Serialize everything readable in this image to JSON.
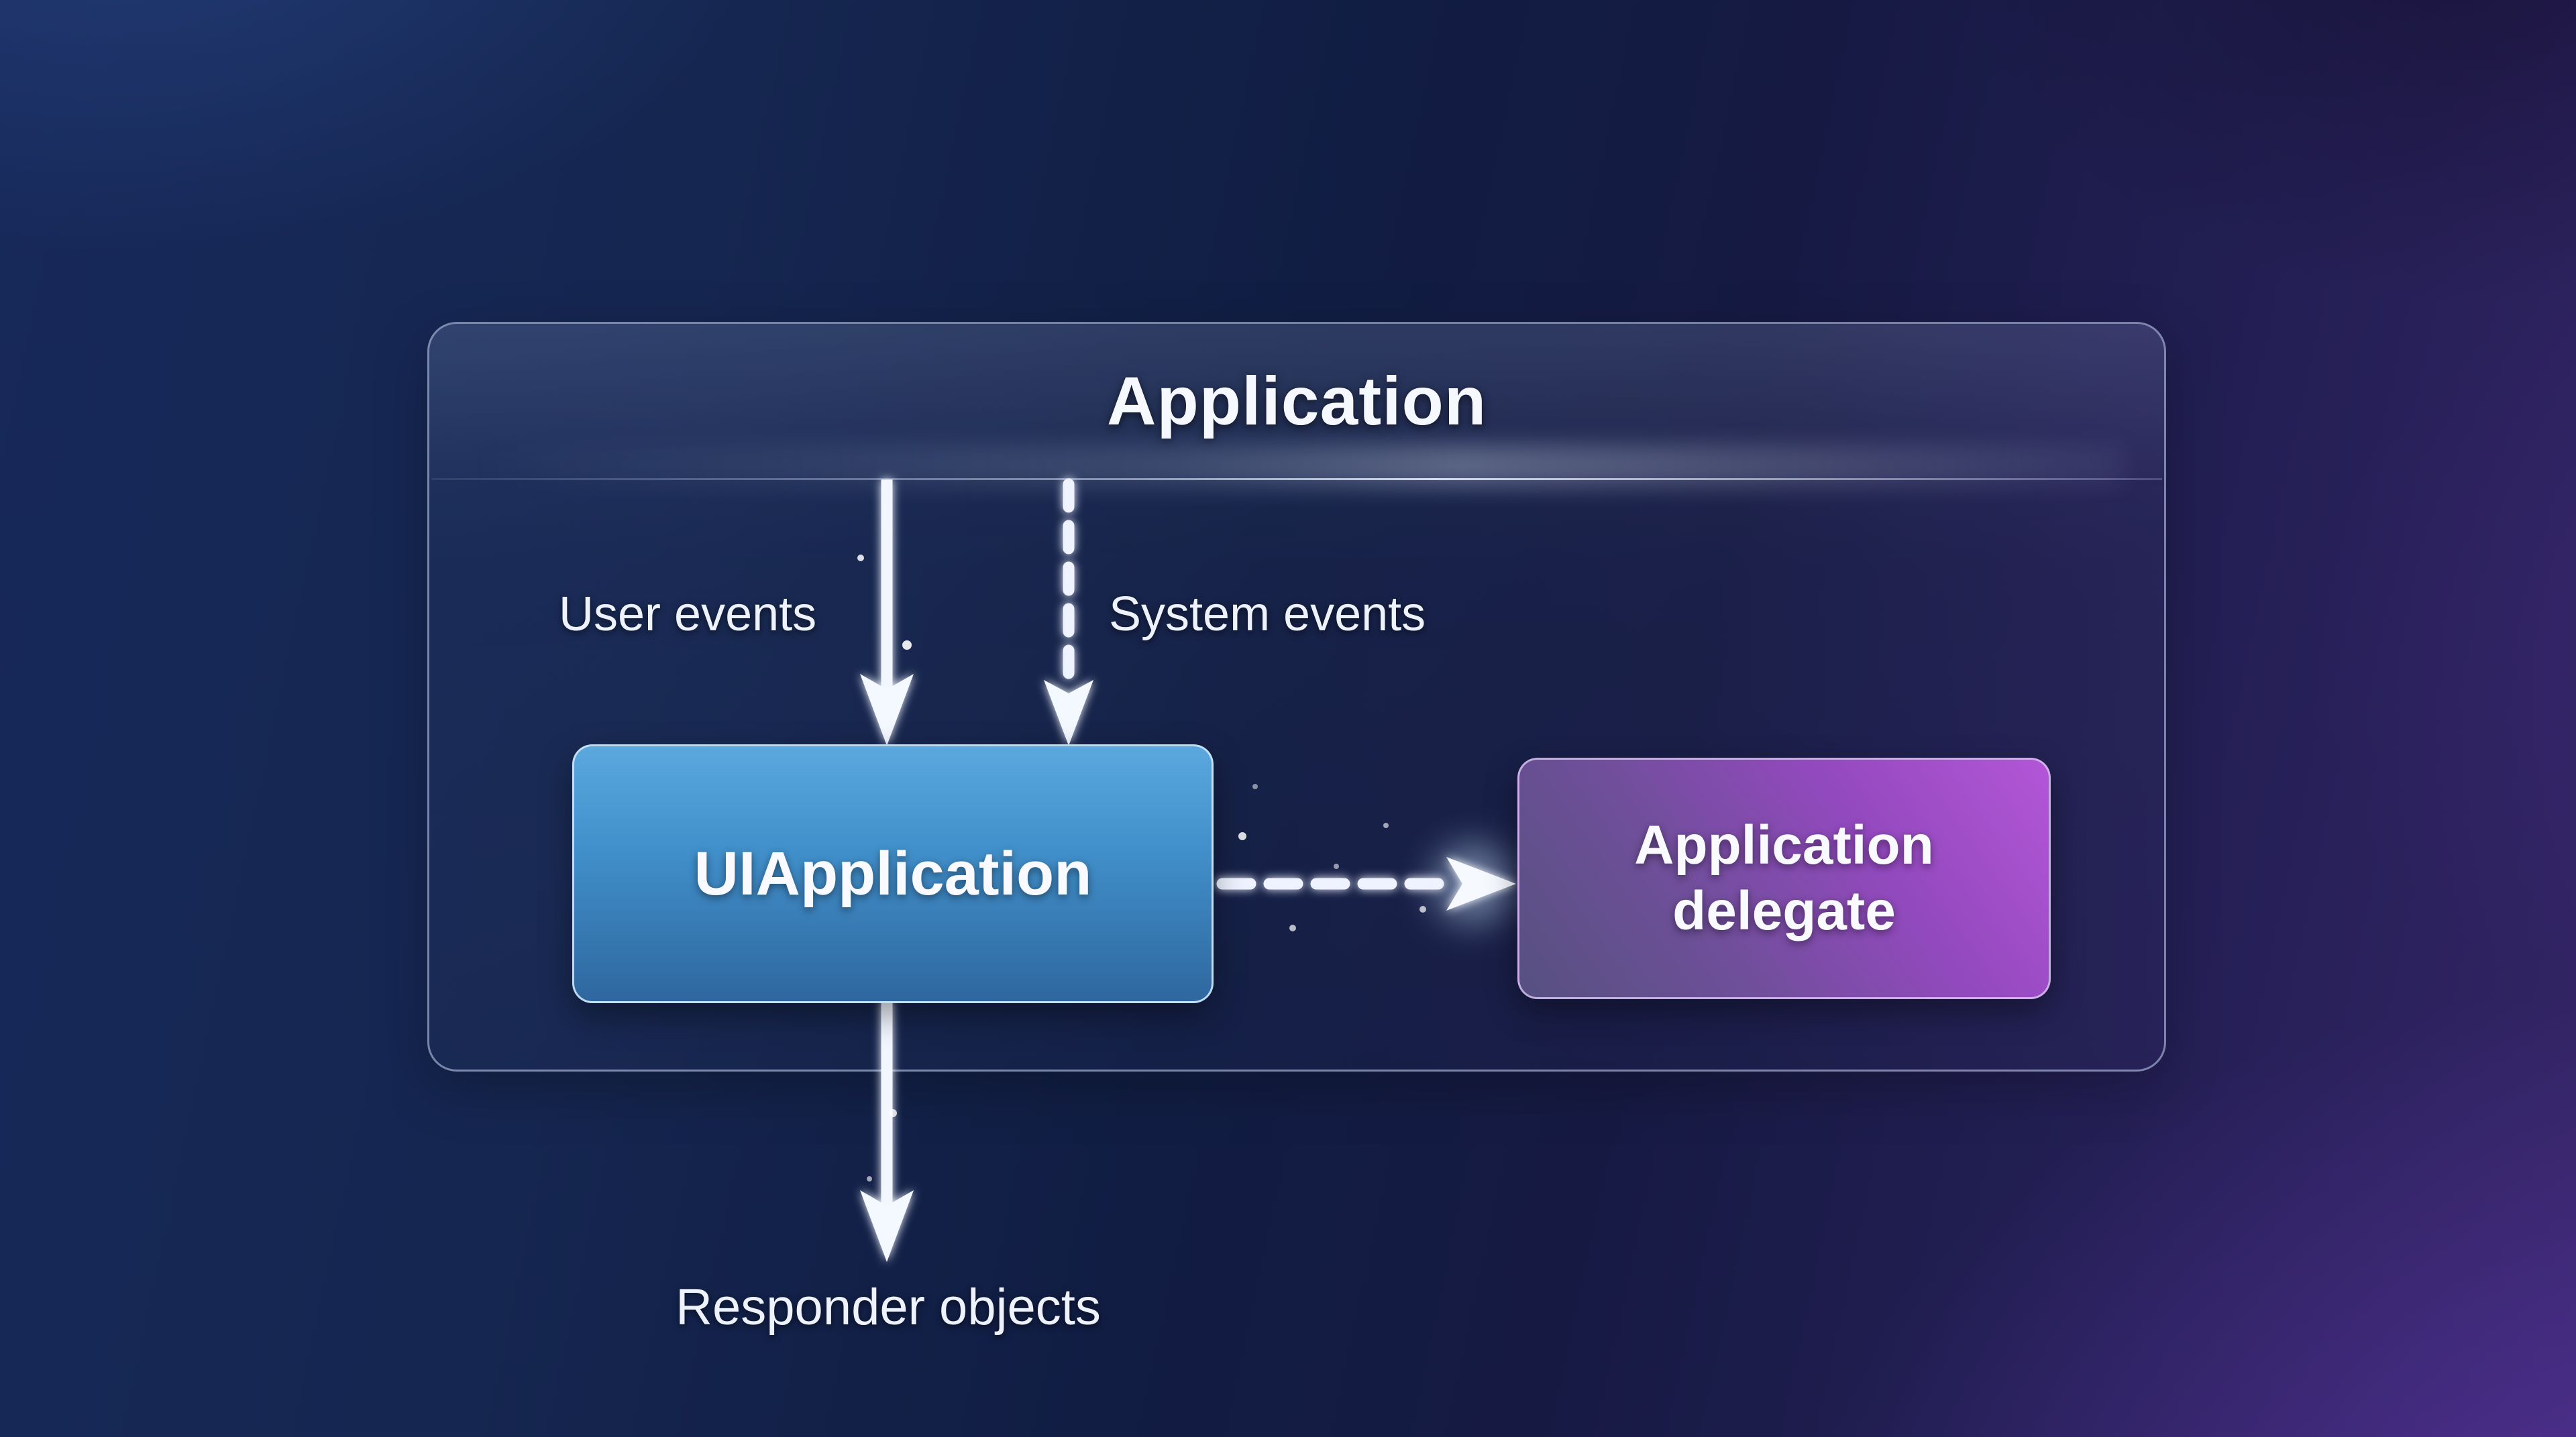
{
  "diagram": {
    "title": "Application",
    "nodes": {
      "uiapplication": {
        "label": "UIApplication"
      },
      "application_delegate": {
        "label": "Application delegate"
      }
    },
    "edges": {
      "user_events": {
        "label": "User events",
        "style": "solid",
        "direction": "down"
      },
      "system_events": {
        "label": "System events",
        "style": "dashed",
        "direction": "down"
      },
      "uiapplication_to_delegate": {
        "label": "",
        "style": "dashed",
        "direction": "right"
      },
      "uiapplication_to_responders": {
        "label": "Responder objects",
        "style": "solid",
        "direction": "down"
      }
    },
    "colors": {
      "background_top_left": "#17295a",
      "background_bottom_right": "#342566",
      "container_border": "#c4d2ee",
      "uiapplication_top": "#5aa8de",
      "uiapplication_bottom": "#2f679f",
      "delegate_bright": "#b356d7",
      "delegate_muted": "#565080",
      "arrow": "#eef3ff",
      "text": "#f6f8ff"
    }
  }
}
